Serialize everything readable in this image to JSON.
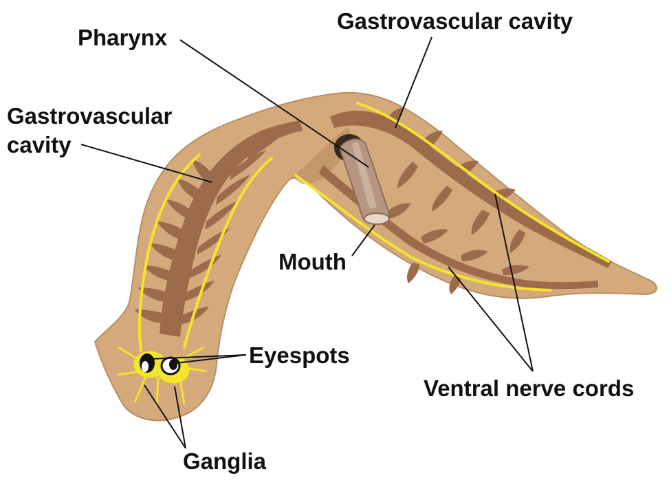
{
  "labels": {
    "pharynx": "Pharynx",
    "gv_cavity_top": "Gastrovascular cavity",
    "gv_cavity_left_line1": "Gastrovascular",
    "gv_cavity_left_line2": "cavity",
    "mouth": "Mouth",
    "eyespots": "Eyespots",
    "ventral_nerve_cords": "Ventral nerve cords",
    "ganglia": "Ganglia"
  },
  "colors": {
    "body": "#d4aa7d",
    "body_edge": "#b88e5f",
    "gut": "#9c6b4b",
    "gut_dark": "#7e5238",
    "nerve": "#f2e52b",
    "pharynx": "#b69683",
    "eye": "#111111"
  }
}
